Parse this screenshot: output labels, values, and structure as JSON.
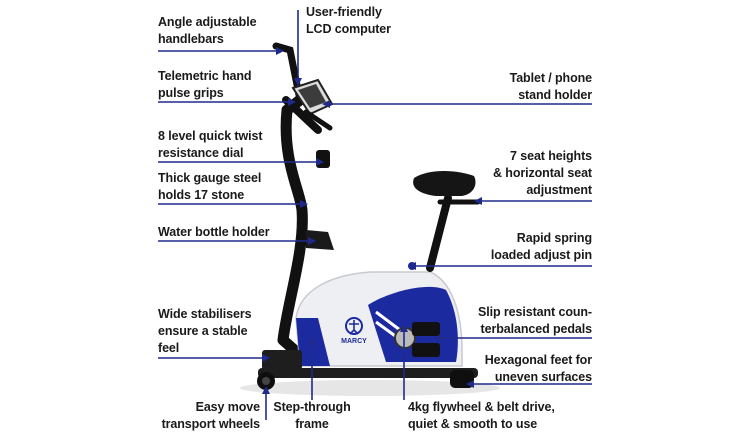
{
  "colors": {
    "pointer": "#1f2a8c",
    "frame": "#111111",
    "shroud_blue": "#1c2aa0",
    "shroud_white": "#eeeff3",
    "seat": "#151515"
  },
  "brand_logo": "MARCY",
  "callouts": {
    "handlebars": "Angle adjustable\nhandlebars",
    "lcd": "User-friendly\nLCD computer",
    "pulse_grips": "Telemetric hand\npulse grips",
    "tablet_holder": "Tablet / phone\nstand holder",
    "resistance_dial": "8 level quick twist\nresistance dial",
    "seat_heights": "7 seat heights\n& horizontal seat\nadjustment",
    "steel_frame": "Thick gauge steel\nholds 17 stone",
    "bottle_holder": "Water bottle holder",
    "adjust_pin": "Rapid spring\nloaded adjust pin",
    "stabilisers": "Wide stabilisers\nensure a stable\nfeel",
    "pedals": "Slip resistant coun-\nterbalanced pedals",
    "hex_feet": "Hexagonal feet for\nuneven surfaces",
    "transport_wheels": "Easy move\ntransport wheels",
    "step_through": "Step-through\nframe",
    "flywheel": "4kg flywheel & belt drive,\nquiet & smooth to use"
  }
}
